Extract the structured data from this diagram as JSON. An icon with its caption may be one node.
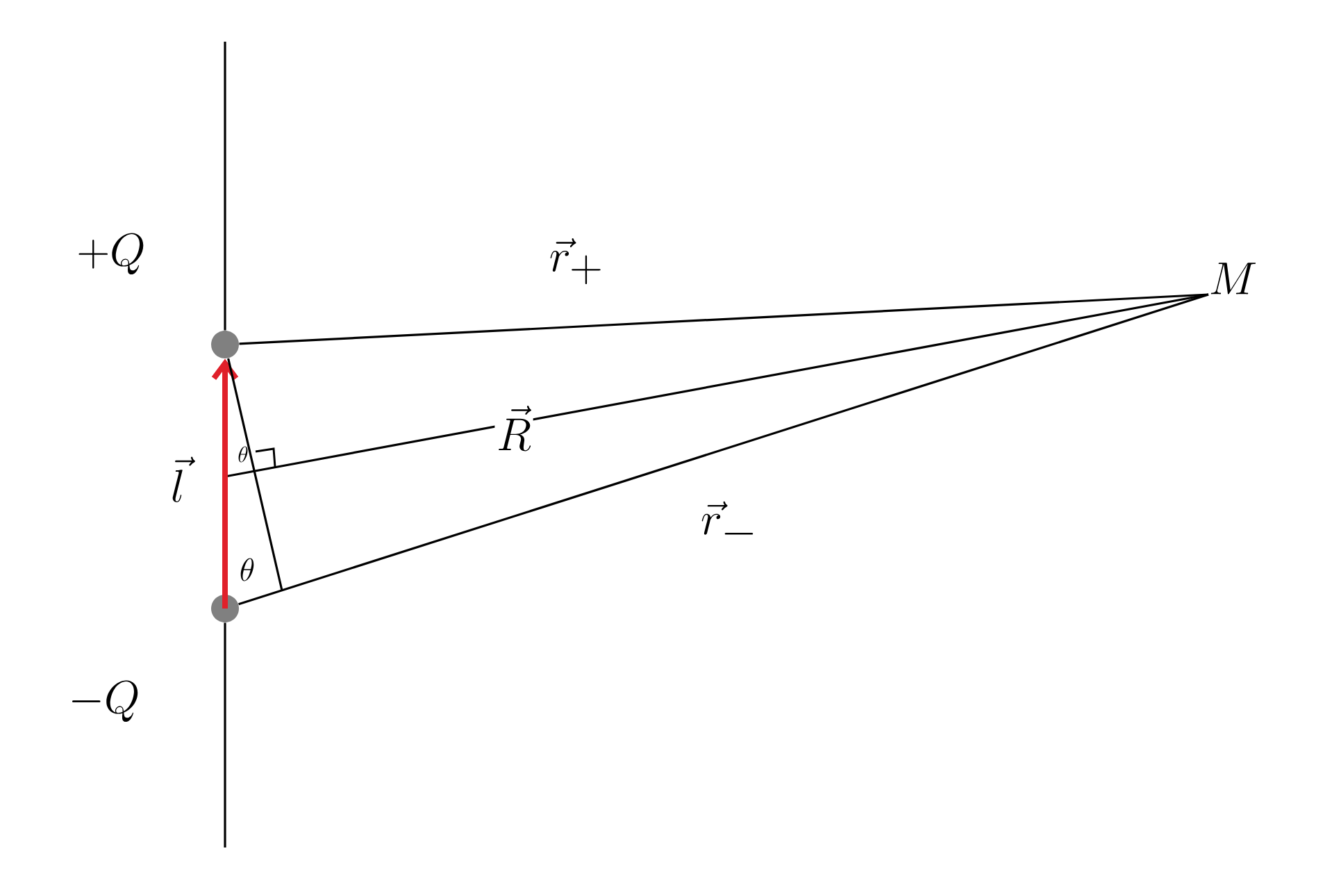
{
  "diagram": {
    "nodes": [
      {
        "text": [],
        "shape": "circle"
      },
      {
        "text": [],
        "shape": "circle"
      },
      {
        "text": [
          "M"
        ]
      }
    ],
    "edges": [
      {
        "from": 0,
        "to": 2,
        "arrow": "none",
        "label": "\\vec{r}_{+}"
      },
      {
        "from": null,
        "to": 2,
        "arrow": "none",
        "label": "\\vec{R}"
      },
      {
        "from": 1,
        "to": 2,
        "arrow": "none",
        "label": "\\vec{r}_{-}"
      },
      {
        "from": 1,
        "to": 0,
        "arrow": "to",
        "style": "thick",
        "color": "#e0202a",
        "label": "\\vec{l}"
      },
      {
        "from": null,
        "to": 0,
        "arrow": "none"
      },
      {
        "from": 1,
        "to": null,
        "arrow": "none"
      },
      {
        "from": 0,
        "to": null,
        "arrow": "none"
      }
    ],
    "labels": [
      "+Q",
      "\\theta",
      "\\theta",
      "-Q"
    ]
  }
}
